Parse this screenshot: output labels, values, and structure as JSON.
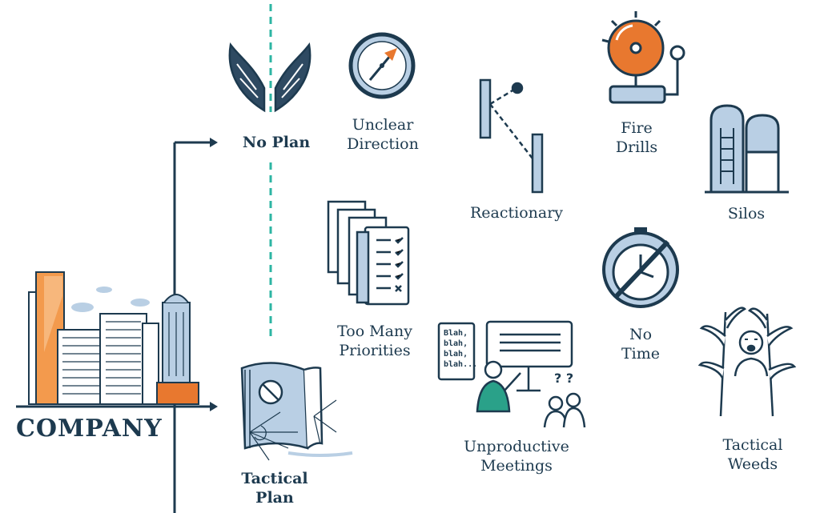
{
  "company": "COMPANY",
  "paths": {
    "no_plan": [
      "No Plan"
    ],
    "tactical_plan": [
      "Tactical",
      "Plan"
    ]
  },
  "symptoms": {
    "unclear_direction": [
      "Unclear",
      "Direction"
    ],
    "reactionary": [
      "Reactionary"
    ],
    "fire_drills": [
      "Fire",
      "Drills"
    ],
    "silos": [
      "Silos"
    ],
    "too_many_priorities": [
      "Too Many",
      "Priorities"
    ],
    "no_time": [
      "No",
      "Time"
    ],
    "unproductive_meetings": [
      "Unproductive",
      "Meetings"
    ],
    "tactical_weeds": [
      "Tactical",
      "Weeds"
    ]
  },
  "speech_bubble": [
    "Blah,",
    "blah,",
    "blah,",
    "blah..."
  ],
  "colors": {
    "navy": "#1d3a4f",
    "light_blue": "#b9cfe4",
    "orange": "#e8782f",
    "teal_divider": "#2db5a3"
  },
  "icons": [
    "building-skyline-icon",
    "wings-icon",
    "compass-icon",
    "pendulum-icon",
    "fire-alarm-bell-icon",
    "grain-silo-icon",
    "checklist-stack-icon",
    "no-stopwatch-icon",
    "presentation-board-icon",
    "person-in-corn-icon",
    "cobweb-binder-icon"
  ]
}
